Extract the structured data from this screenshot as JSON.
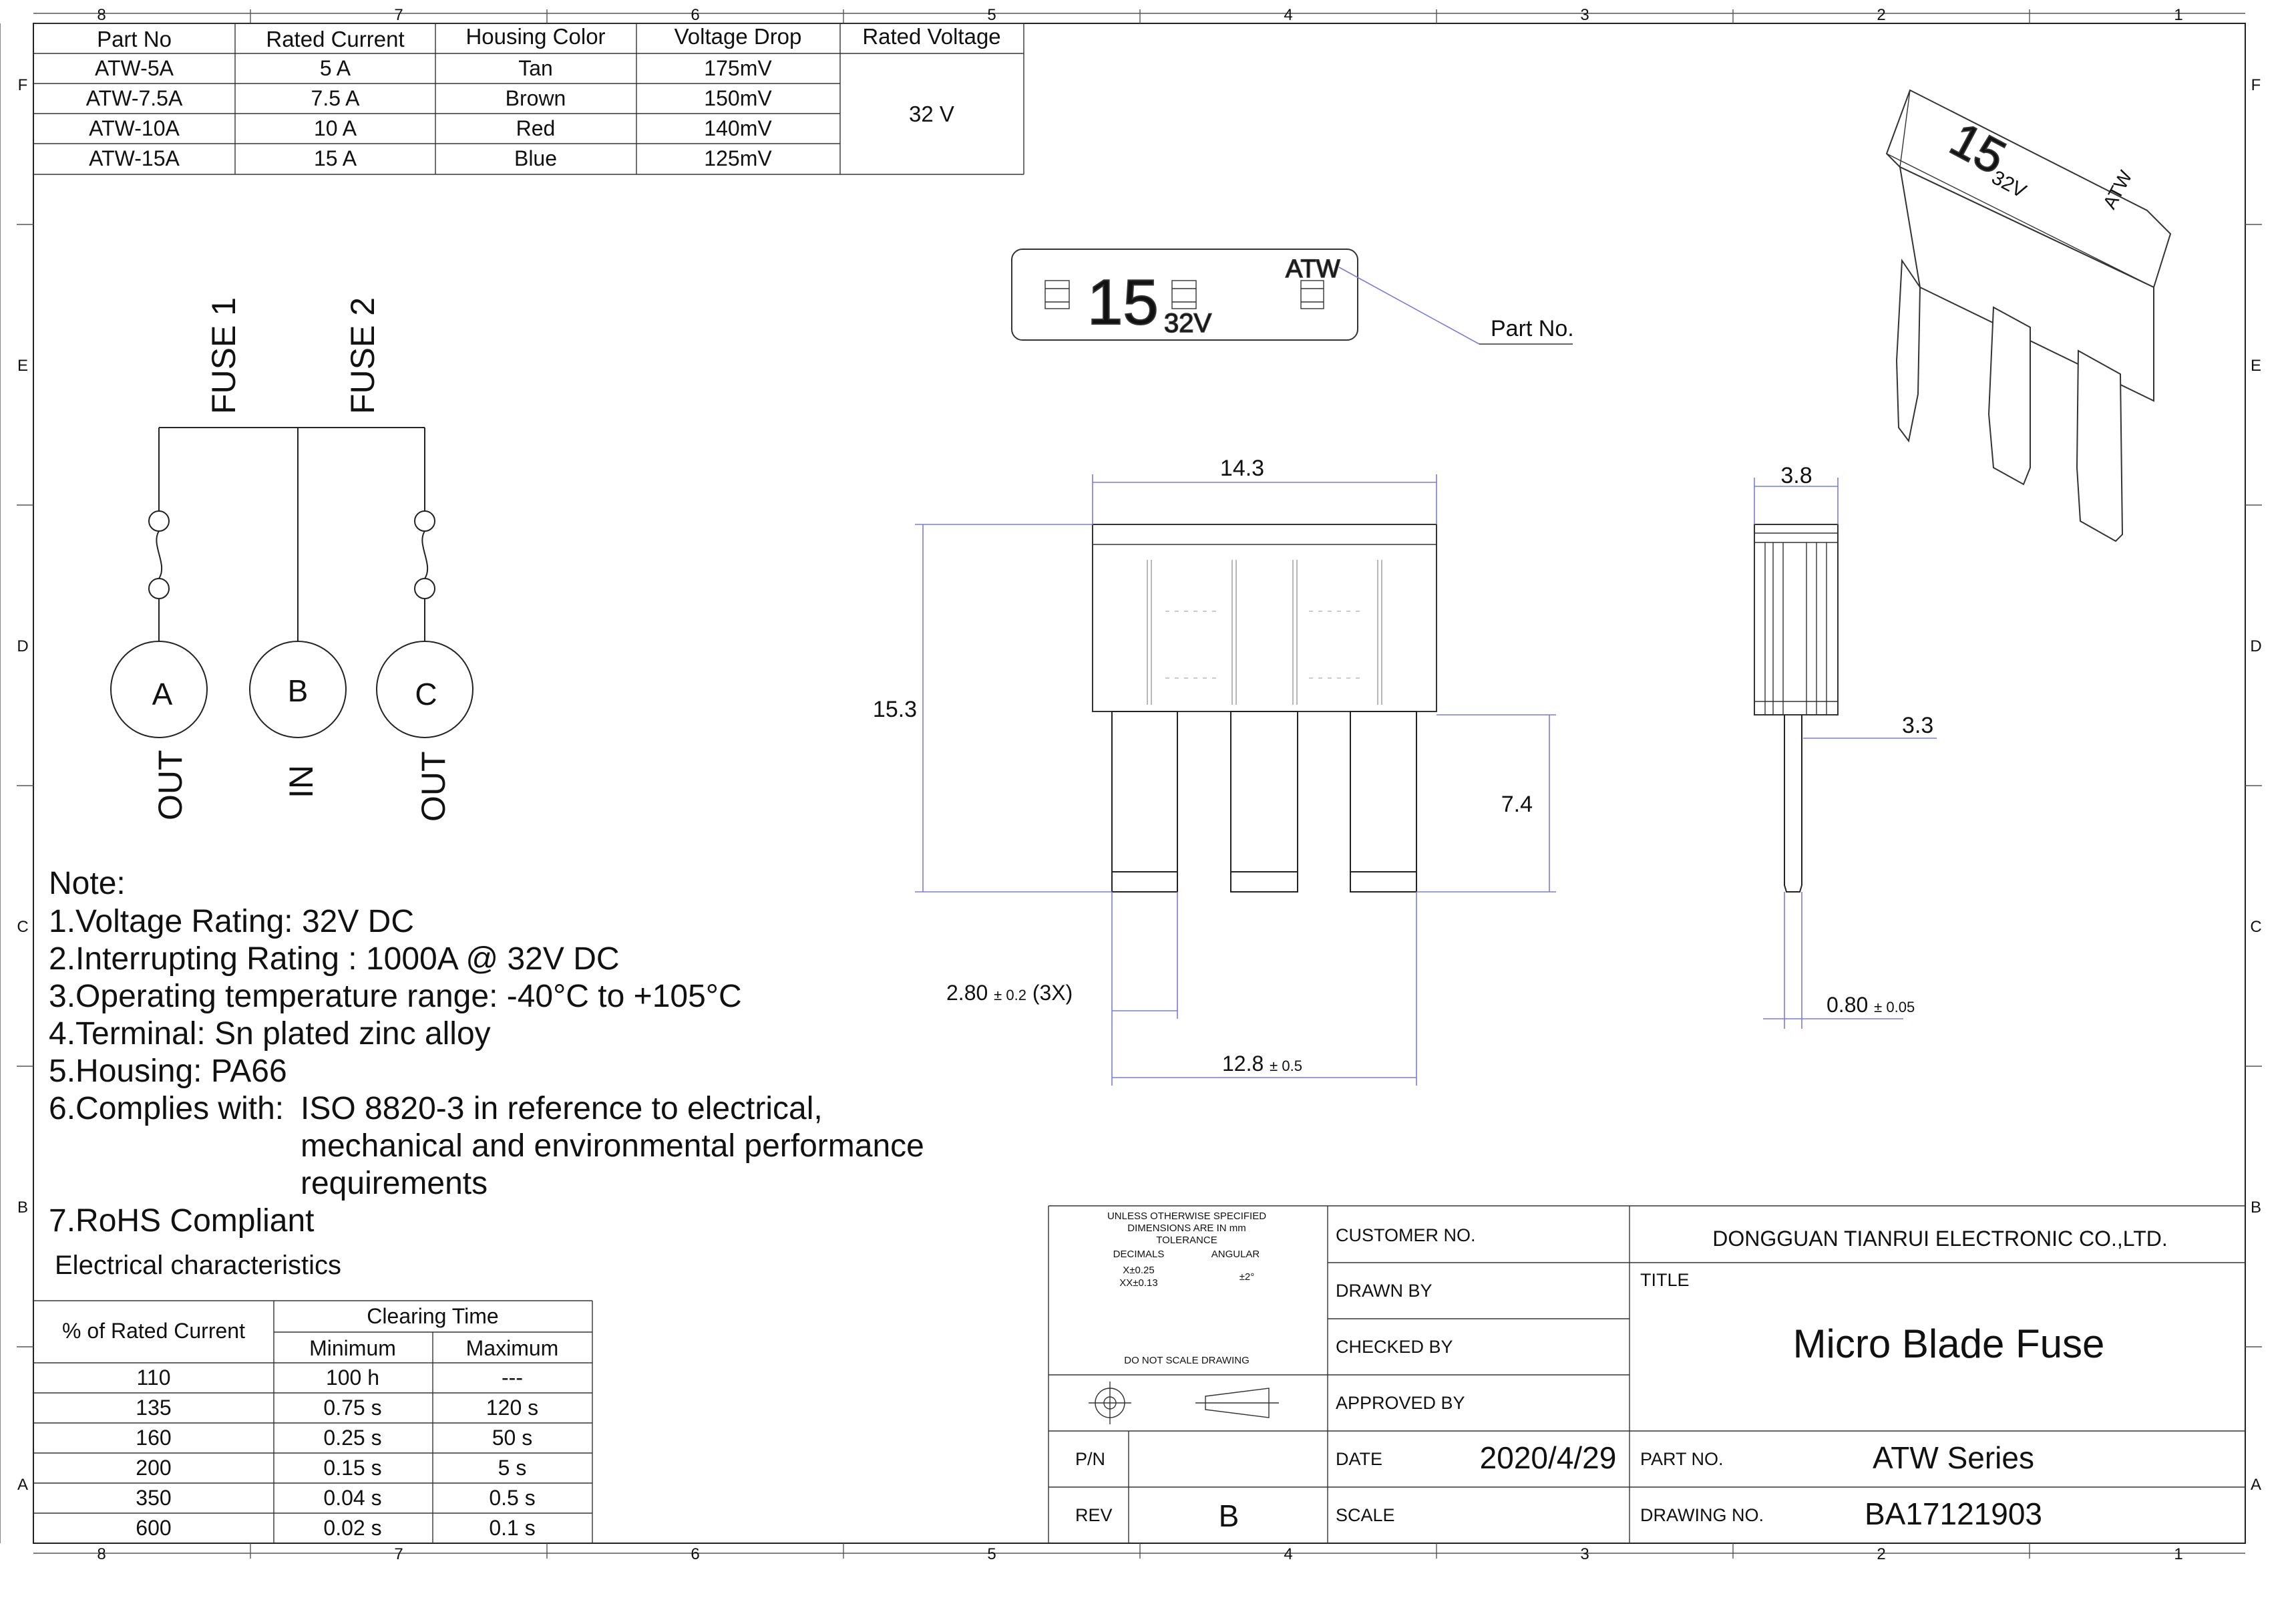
{
  "border": {
    "top_columns": [
      "8",
      "7",
      "6",
      "5",
      "4",
      "3",
      "2",
      "1"
    ],
    "side_rows": [
      "F",
      "E",
      "D",
      "C",
      "B",
      "A"
    ]
  },
  "spec_table": {
    "headers": [
      "Part No",
      "Rated Current",
      "Housing Color",
      "Voltage Drop",
      "Rated Voltage"
    ],
    "rows": [
      [
        "ATW-5A",
        "5 A",
        "Tan",
        "175mV"
      ],
      [
        "ATW-7.5A",
        "7.5 A",
        "Brown",
        "150mV"
      ],
      [
        "ATW-10A",
        "10 A",
        "Red",
        "140mV"
      ],
      [
        "ATW-15A",
        "15 A",
        "Blue",
        "125mV"
      ]
    ],
    "rated_voltage": "32 V"
  },
  "circuit": {
    "fuse1": "FUSE 1",
    "fuse2": "FUSE 2",
    "terminals": [
      {
        "letter": "A",
        "role": "OUT"
      },
      {
        "letter": "B",
        "role": "IN"
      },
      {
        "letter": "C",
        "role": "OUT"
      }
    ]
  },
  "marking": {
    "rating_number": "15",
    "voltage_mark": "32V",
    "brand_mark": "ATW",
    "callout": "Part No."
  },
  "dimensions": {
    "width": "14.3",
    "height": "15.3",
    "blade_length": "7.4",
    "blade_width": "2.80",
    "blade_width_tol": "± 0.2",
    "blade_width_qty": "(3X)",
    "blade_span": "12.8",
    "blade_span_tol": "± 0.5",
    "side_thickness": "3.8",
    "side_step": "3.3",
    "blade_thickness": "0.80",
    "blade_thickness_tol": "± 0.05"
  },
  "notes": {
    "heading": "Note:",
    "lines": [
      "1.Voltage Rating: 32V DC",
      "2.Interrupting Rating : 1000A @ 32V DC",
      "3.Operating temperature range: -40°C to +105°C",
      "4.Terminal: Sn plated zinc alloy",
      "5.Housing: PA66"
    ],
    "line6_lead": "6.Complies with:",
    "line6_cont": [
      "ISO 8820-3 in reference to electrical,",
      "mechanical and environmental performance",
      "requirements"
    ],
    "line7": "7.RoHS Compliant"
  },
  "electrical": {
    "title": "Electrical characteristics",
    "col_rated": "% of Rated Current",
    "col_clearing": "Clearing Time",
    "col_min": "Minimum",
    "col_max": "Maximum",
    "rows": [
      [
        "110",
        "100 h",
        "---"
      ],
      [
        "135",
        "0.75 s",
        "120 s"
      ],
      [
        "160",
        "0.25 s",
        "50 s"
      ],
      [
        "200",
        "0.15 s",
        "5 s"
      ],
      [
        "350",
        "0.04 s",
        "0.5 s"
      ],
      [
        "600",
        "0.02 s",
        "0.1 s"
      ]
    ]
  },
  "title_block": {
    "tolerance_lines": [
      "UNLESS OTHERWISE SPECIFIED",
      "DIMENSIONS ARE IN mm",
      "TOLERANCE"
    ],
    "decimals": "DECIMALS",
    "angular": "ANGULAR",
    "x_tol": "X±0.25",
    "xx_tol": "XX±0.13",
    "ang_tol": "±2°",
    "no_scale": "DO NOT SCALE DRAWING",
    "customer_no": "CUSTOMER NO.",
    "drawn_by": "DRAWN BY",
    "checked_by": "CHECKED BY",
    "approved_by": "APPROVED BY",
    "company": "DONGGUAN TIANRUI ELECTRONIC CO.,LTD.",
    "title_label": "TITLE",
    "title": "Micro Blade Fuse",
    "pn_label": "P/N",
    "rev_label": "REV",
    "rev": "B",
    "date_label": "DATE",
    "date": "2020/4/29",
    "scale_label": "SCALE",
    "part_no_label": "PART NO.",
    "part_no": "ATW Series",
    "drawing_no_label": "DRAWING NO.",
    "drawing_no": "BA17121903"
  }
}
